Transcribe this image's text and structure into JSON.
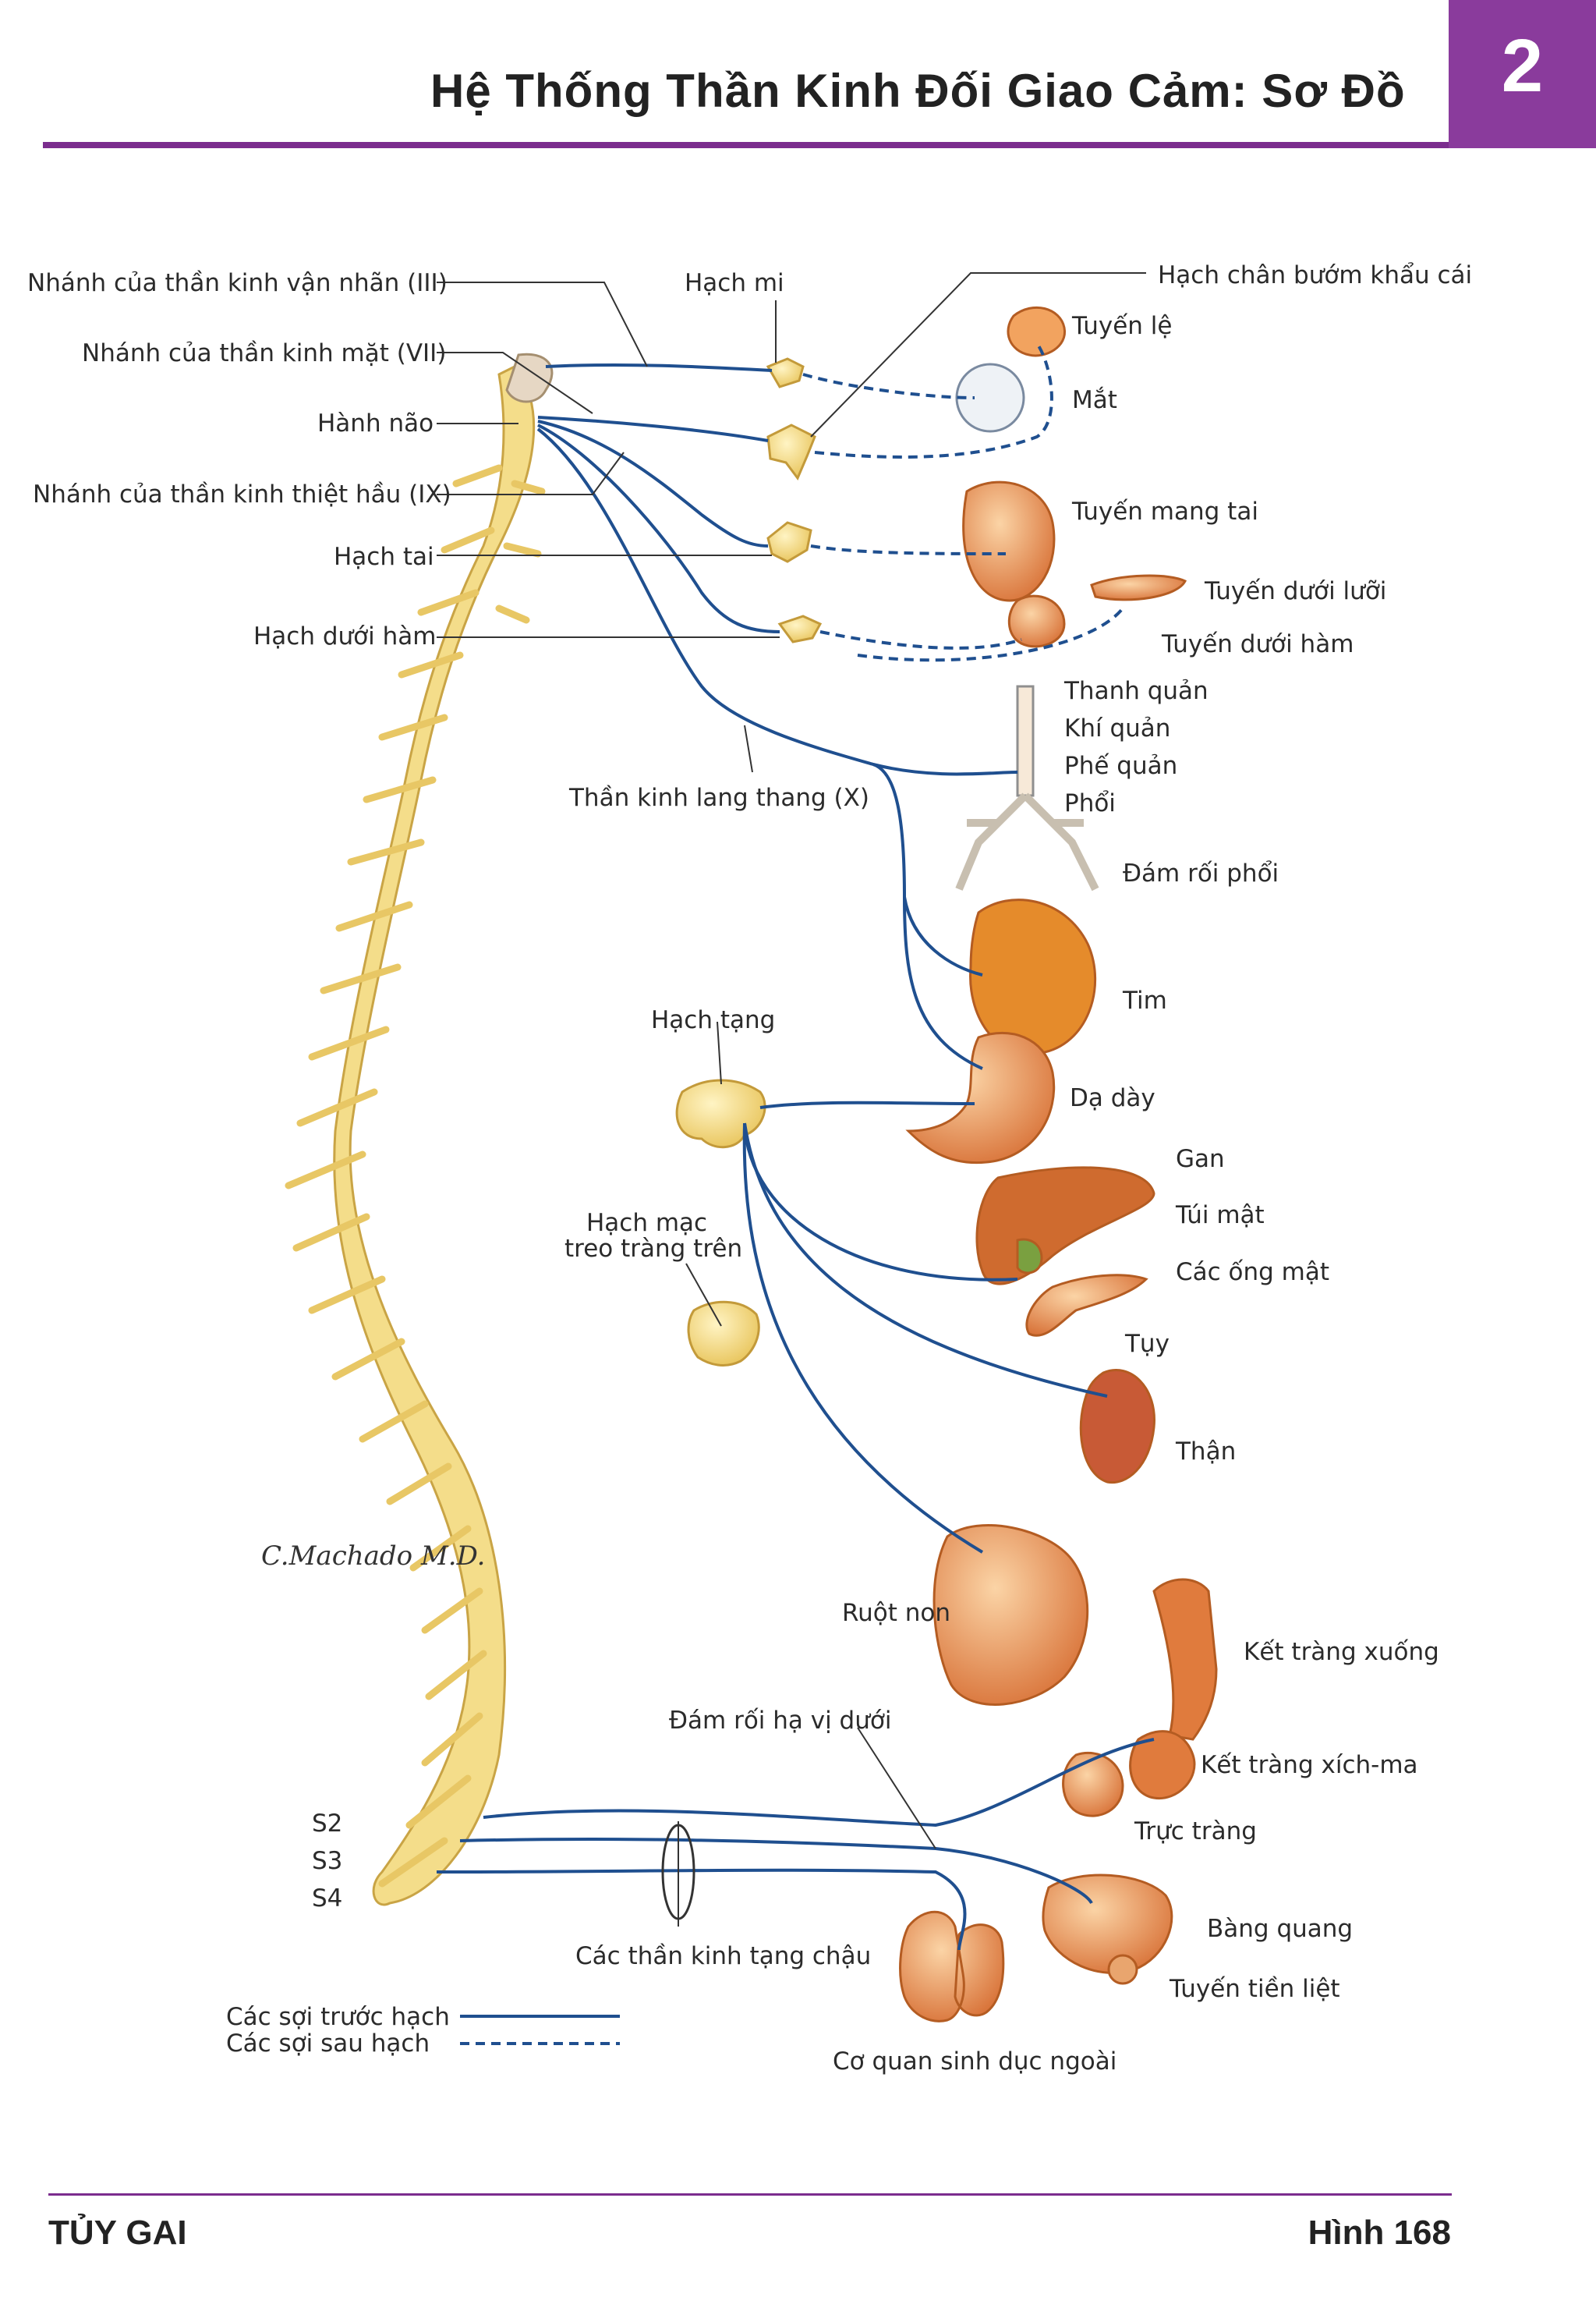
{
  "header": {
    "title": "Hệ Thống Thần Kinh Đối Giao Cảm: Sơ Đồ",
    "chapter": "2"
  },
  "footer": {
    "left": "TỦY GAI",
    "right": "Hình 168"
  },
  "signature": "C.Machado M.D.",
  "labels": {
    "oculomotor": "Nhánh của thần kinh vận nhãn (III)",
    "facial": "Nhánh của thần kinh mặt (VII)",
    "medulla": "Hành não",
    "glossopharyngeal": "Nhánh của thần kinh thiệt hầu (IX)",
    "otic_ganglion": "Hạch tai",
    "submandibular_ganglion": "Hạch dưới hàm",
    "ciliary_ganglion": "Hạch mi",
    "pterygopalatine_ganglion": "Hạch chân bướm khẩu cái",
    "lacrimal_gland": "Tuyến lệ",
    "eye": "Mắt",
    "parotid_gland": "Tuyến mang tai",
    "sublingual_gland": "Tuyến dưới lưỡi",
    "submandibular_gland": "Tuyến dưới hàm",
    "larynx": "Thanh quản",
    "trachea": "Khí quản",
    "bronchi": "Phế quản",
    "lungs": "Phổi",
    "pulmonary_plexus": "Đám rối phổi",
    "vagus": "Thần kinh lang thang (X)",
    "heart": "Tim",
    "celiac_ganglion": "Hạch tạng",
    "stomach": "Dạ dày",
    "liver": "Gan",
    "gallbladder": "Túi mật",
    "bile_ducts": "Các ống mật",
    "pancreas": "Tụy",
    "sup_mesenteric_1": "Hạch mạc",
    "sup_mesenteric_2": "treo tràng trên",
    "kidney": "Thận",
    "small_intestine": "Ruột non",
    "descending_colon": "Kết tràng xuống",
    "inf_hypogastric": "Đám rối hạ vị dưới",
    "sigmoid_colon": "Kết tràng xích-ma",
    "rectum": "Trực tràng",
    "s2": "S2",
    "s3": "S3",
    "s4": "S4",
    "pelvic_splanchnic": "Các thần kinh tạng chậu",
    "bladder": "Bàng quang",
    "prostate": "Tuyến tiền liệt",
    "external_genitalia": "Cơ quan sinh dục ngoài",
    "legend_pre": "Các sợi trước hạch",
    "legend_post": "Các sợi sau hạch"
  },
  "colors": {
    "accent": "#8a3b9c",
    "nerve": "#1f4f8f",
    "cord": "#f2dc8a",
    "organ": "#e08a4a"
  }
}
